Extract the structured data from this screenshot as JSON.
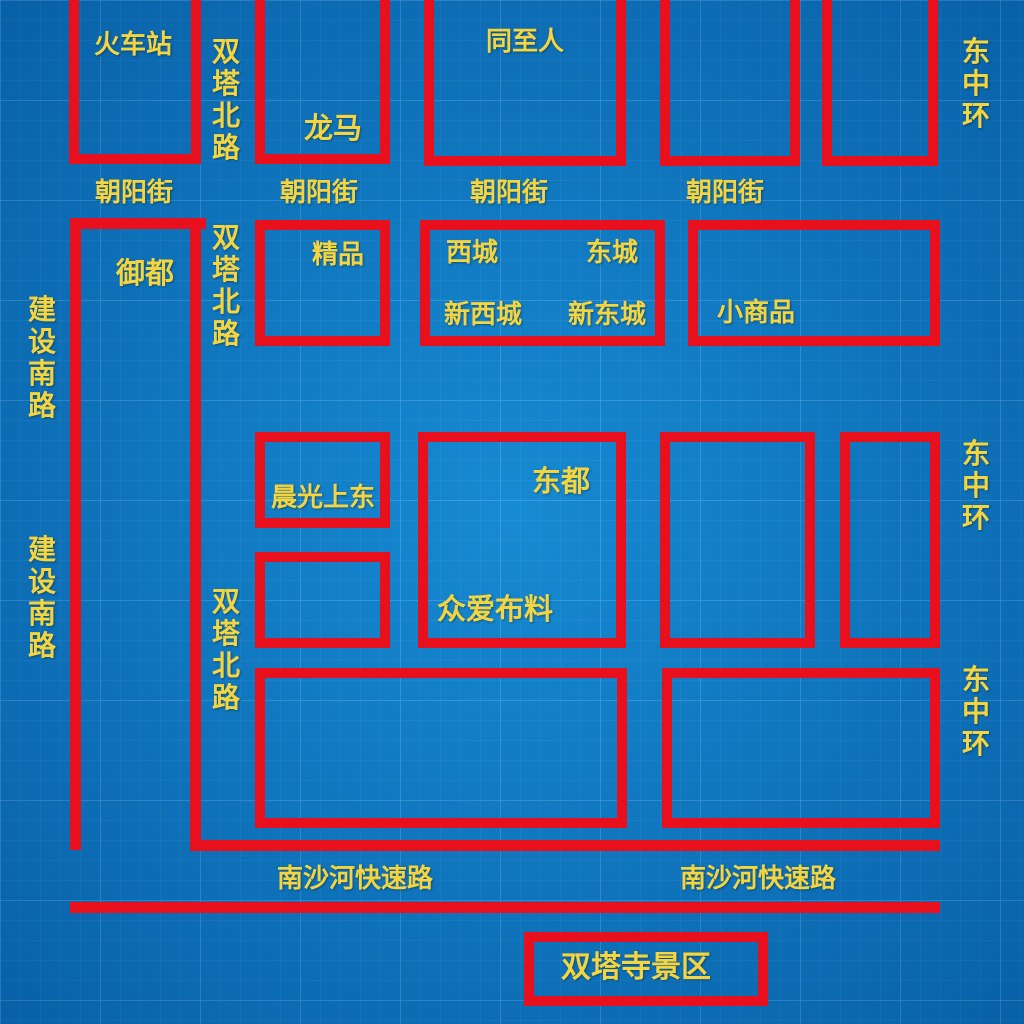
{
  "map": {
    "places": {
      "train_station": "火车站",
      "longma": "龙马",
      "tongzhiren": "同至人",
      "yudu": "御都",
      "jingpin": "精品",
      "xicheng": "西城",
      "dongcheng": "东城",
      "xinxicheng": "新西城",
      "xindongcheng": "新东城",
      "xiaoshangpin": "小商品",
      "chenguangshangdong": "晨光上东",
      "dongdu": "东都",
      "zhongai_buliao": "众爱布料",
      "shuangtasi": "双塔寺景区"
    },
    "roads": {
      "chaoyang_jie": "朝阳街",
      "shuangta_beilu": "双塔北路",
      "dong_zhonghuan": "东中环",
      "jianshe_nanlu": "建设南路",
      "nanshahe_kuaisulu": "南沙河快速路"
    }
  }
}
